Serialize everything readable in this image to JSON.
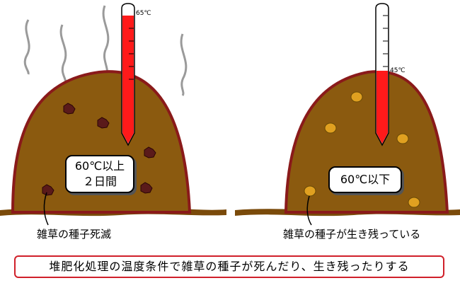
{
  "left_panel": {
    "temp_label": "65℃",
    "box_line1": "60℃以上",
    "box_line2": "２日間",
    "seed_caption": "雑草の種子死滅"
  },
  "right_panel": {
    "temp_label": "45℃",
    "box_text": "60℃以下",
    "seed_caption": "雑草の種子が生き残っている"
  },
  "caption": "堆肥化処理の温度条件で雑草の種子が死んだり、生き残ったりする",
  "colors": {
    "compost": "#8b5a0f",
    "compost_outline": "#8a1a1a",
    "ground": "#7a4a0a",
    "dead_seed": "#5a1a1a",
    "live_seed": "#e0a020",
    "mercury": "#ff1a1a",
    "caption_border": "#d0202a"
  }
}
